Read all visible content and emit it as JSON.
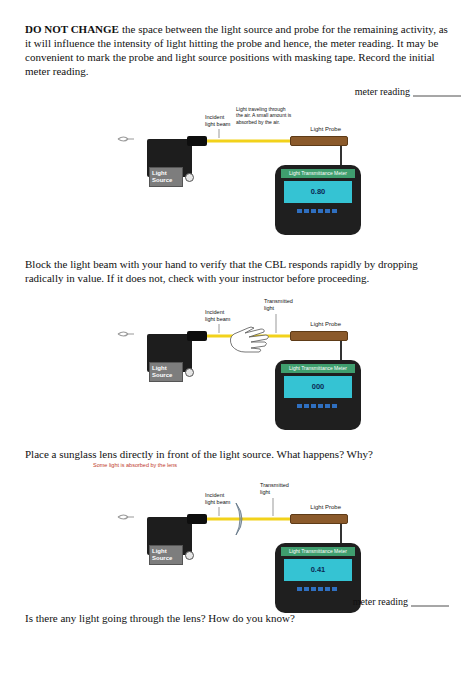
{
  "diagram": {
    "nodes": [
      {
        "text": [
          "Light Source"
        ]
      },
      {
        "text": [
          "Light Probe"
        ]
      },
      {
        "text": [
          "Light Transmittance Meter",
          "0.80"
        ]
      },
      {
        "text": [
          "Light Source"
        ]
      },
      {
        "text": [
          "Light Probe"
        ]
      },
      {
        "text": [
          "Light Transmittance Meter",
          "000"
        ]
      },
      {
        "text": [
          "Light Source"
        ]
      },
      {
        "text": [
          "Light Probe"
        ]
      },
      {
        "text": [
          "Light Transmittance Meter",
          "0.41"
        ]
      }
    ],
    "edges": [
      {
        "from": 0,
        "to": 1,
        "arrow": "none"
      },
      {
        "from": 1,
        "to": 2,
        "arrow": "none"
      },
      {
        "from": 3,
        "to": 4,
        "arrow": "none"
      },
      {
        "from": 4,
        "to": 5,
        "arrow": "none"
      },
      {
        "from": 6,
        "to": 7,
        "arrow": "none"
      },
      {
        "from": 7,
        "to": 8,
        "arrow": "none"
      }
    ],
    "labels": [
      "DO NOT CHANGE",
      "the space between the light source and probe for the remaining activity, as it will influence the intensity of light hitting the probe and hence, the meter reading. It may be convenient to mark the probe and light source positions with masking tape. Record the initial meter reading.",
      "meter reading",
      "Incident light beam",
      "Light traveling through the air. A small amount is absorbed by the air.",
      "Block the light beam with your hand to verify that the CBL responds rapidly by dropping radically in value. If it does not, check with your instructor before proceeding.",
      "Incident light beam",
      "Transmitted light",
      "Place a sunglass lens directly in front of the light source. What happens? Why?",
      "Some light is absorbed by the lens",
      "Incident light beam",
      "Transmitted light",
      "meter reading",
      "Is there any light going through the lens? How do you know?"
    ]
  }
}
